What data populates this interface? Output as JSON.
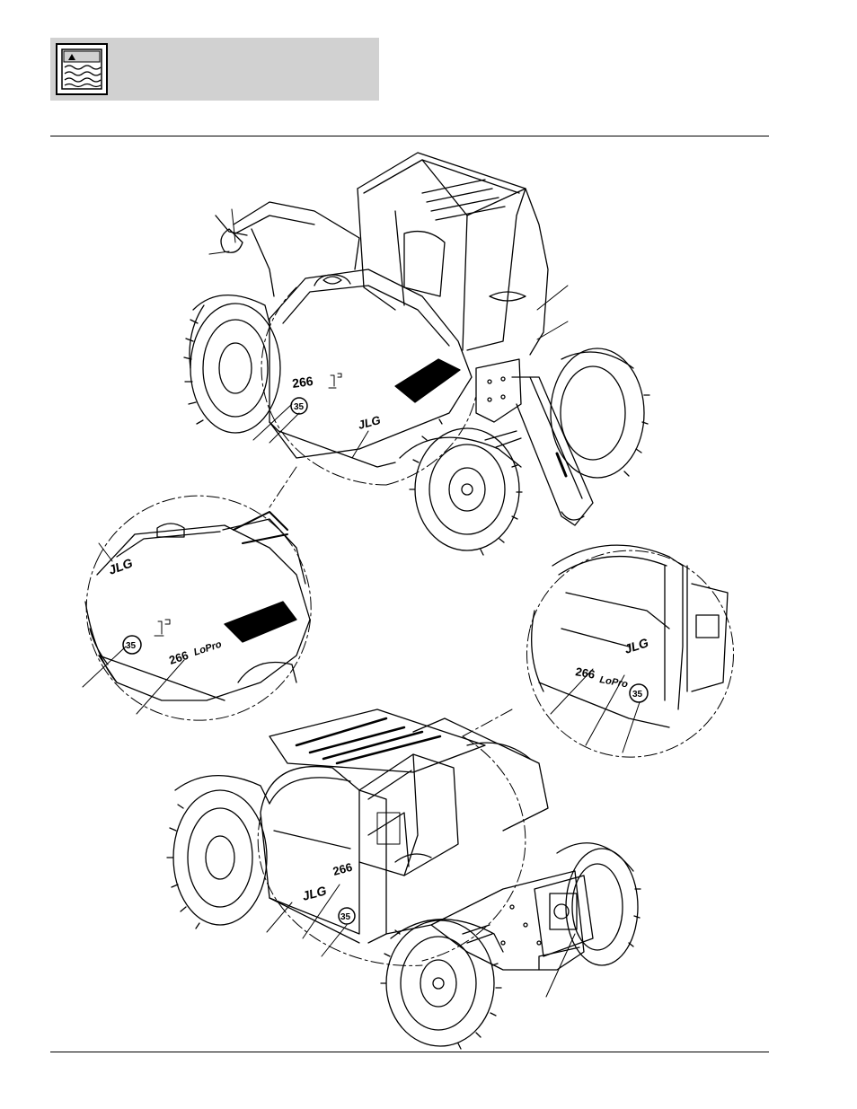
{
  "header": {
    "icon": "sea-waves-icon"
  },
  "decals": {
    "model_top": "266",
    "speed_top": "35",
    "brand": "JLG",
    "model_left": "266",
    "lopro_left": "LoPro",
    "speed_left": "35",
    "model_right": "266",
    "lopro_right": "LoPro",
    "speed_right": "35",
    "model_bottom": "266",
    "speed_bottom": "35"
  },
  "colors": {
    "header_bg": "#d1d1d1",
    "line": "#000000"
  }
}
